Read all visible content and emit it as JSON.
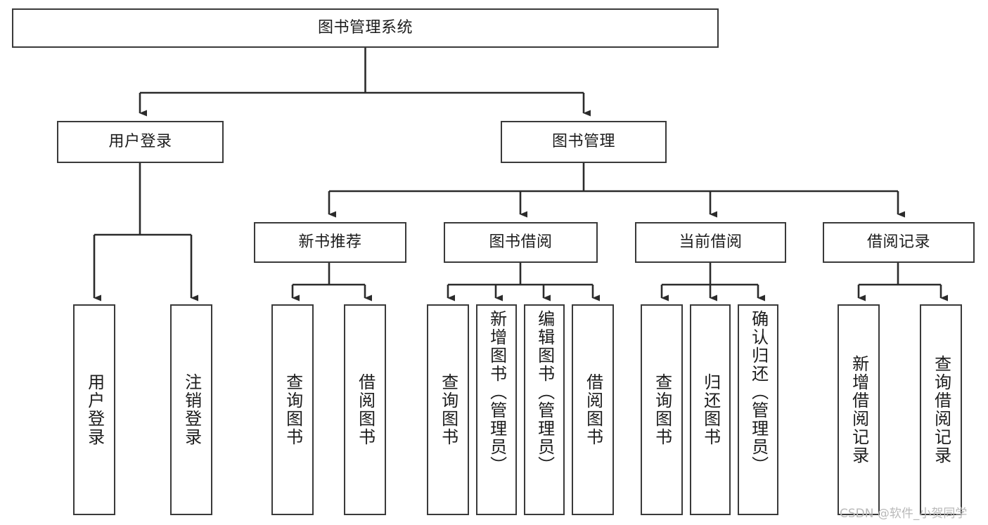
{
  "diagram": {
    "title": "图书管理系统",
    "type": "tree-hierarchy-chart",
    "orientation": "top-down",
    "colors": {
      "box_border": "#3a3a3a",
      "box_fill": "#ffffff",
      "connector": "#2b2b2b",
      "text": "#1c1c1c",
      "watermark": "#b9b9b9",
      "background": "#ffffff"
    },
    "watermark": "CSDN @软件_小贺同学",
    "levels": {
      "level1": "系统",
      "level2": "模块",
      "level3": "子模块",
      "level4": "功能"
    }
  },
  "nodes": {
    "root": {
      "label": "图书管理系统",
      "level": 1
    },
    "level2": [
      {
        "id": "user-login",
        "label": "用户登录",
        "level": 2
      },
      {
        "id": "book-manage",
        "label": "图书管理",
        "level": 2
      }
    ],
    "level3": [
      {
        "id": "new-book-recommend",
        "label": "新书推荐",
        "level": 3,
        "parent": "book-manage"
      },
      {
        "id": "book-borrow",
        "label": "图书借阅",
        "level": 3,
        "parent": "book-manage"
      },
      {
        "id": "current-borrow",
        "label": "当前借阅",
        "level": 3,
        "parent": "book-manage"
      },
      {
        "id": "borrow-record",
        "label": "借阅记录",
        "level": 3,
        "parent": "book-manage"
      }
    ],
    "leaves": [
      {
        "id": "leaf-user-login",
        "label": "用户登录",
        "parent": "user-login"
      },
      {
        "id": "leaf-logout-login",
        "label": "注销登录",
        "parent": "user-login"
      },
      {
        "id": "leaf-query-book-1",
        "label": "查询图书",
        "parent": "new-book-recommend"
      },
      {
        "id": "leaf-borrow-book-1",
        "label": "借阅图书",
        "parent": "new-book-recommend"
      },
      {
        "id": "leaf-query-book-2",
        "label": "查询图书",
        "parent": "book-borrow"
      },
      {
        "id": "leaf-add-book",
        "label": "新增图书（管理员）",
        "parent": "book-borrow"
      },
      {
        "id": "leaf-edit-book",
        "label": "编辑图书（管理员）",
        "parent": "book-borrow"
      },
      {
        "id": "leaf-borrow-book-2",
        "label": "借阅图书",
        "parent": "book-borrow"
      },
      {
        "id": "leaf-query-book-3",
        "label": "查询图书",
        "parent": "current-borrow"
      },
      {
        "id": "leaf-return-book",
        "label": "归还图书",
        "parent": "current-borrow"
      },
      {
        "id": "leaf-confirm-return",
        "label": "确认归还（管理员）",
        "parent": "current-borrow"
      },
      {
        "id": "leaf-add-record",
        "label": "新增借阅记录",
        "parent": "borrow-record"
      },
      {
        "id": "leaf-query-record",
        "label": "查询借阅记录",
        "parent": "borrow-record"
      }
    ]
  }
}
